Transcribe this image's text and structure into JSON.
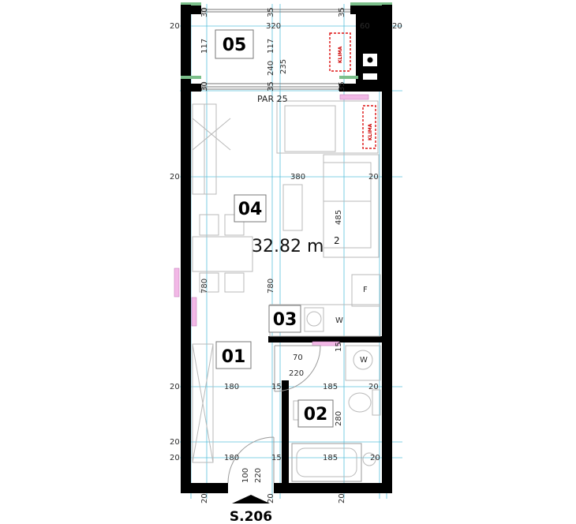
{
  "rooms": [
    {
      "id": "01",
      "label": "01"
    },
    {
      "id": "02",
      "label": "02"
    },
    {
      "id": "03",
      "label": "03"
    },
    {
      "id": "04",
      "label": "04"
    },
    {
      "id": "05",
      "label": "05"
    }
  ],
  "area": {
    "value": "32.82 m",
    "sup": "2"
  },
  "klima_label": "KLIMA",
  "floor_label": "PAR 25",
  "code": "S.206",
  "appliance_labels": {
    "fridge": "F",
    "washer": "W",
    "dishwasher": "W"
  },
  "dims": {
    "d20": "20",
    "d15": "15",
    "d30": "30",
    "d35": "35",
    "d320": "320",
    "d60": "60",
    "d117": "117",
    "d240": "240",
    "d235": "235",
    "d380": "380",
    "d485": "485",
    "d780": "780",
    "d70": "70",
    "d220": "220",
    "d180": "180",
    "d185": "185",
    "d280": "280",
    "d100": "100"
  }
}
